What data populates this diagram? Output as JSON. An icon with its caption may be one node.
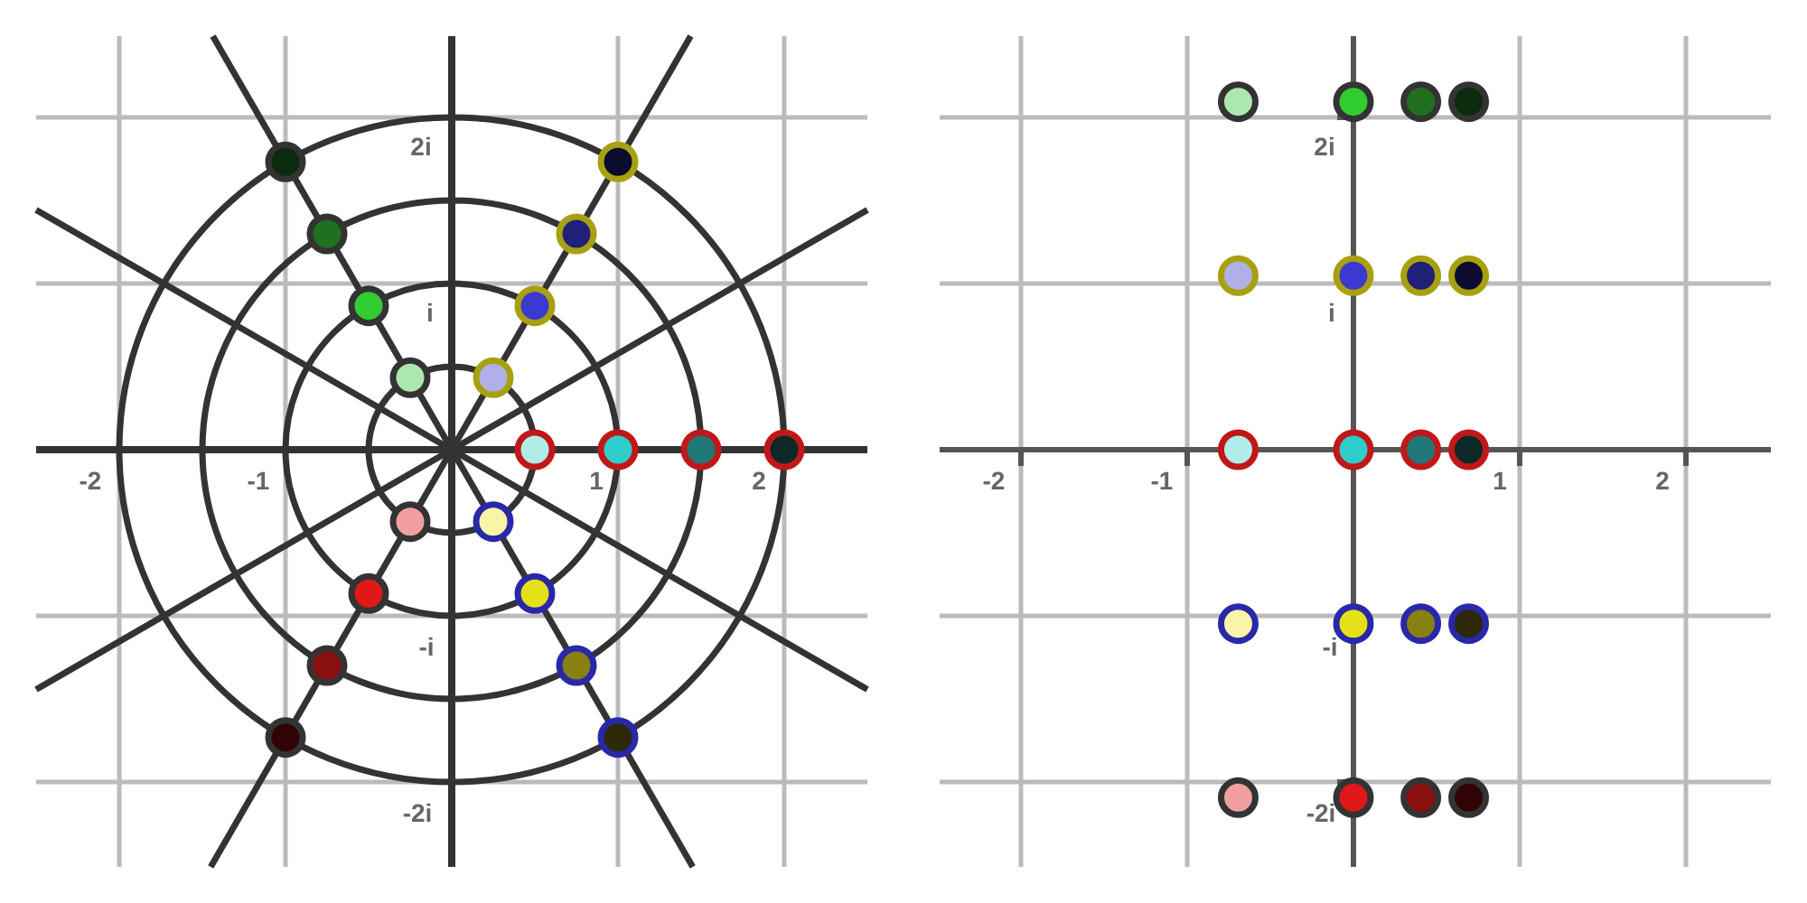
{
  "diagram": {
    "labels": [
      "2i",
      "i",
      "-2",
      "-1",
      "1",
      "2",
      "-i",
      "-2i",
      "2i",
      "i",
      "-2",
      "-1",
      "1",
      "2",
      "-i",
      "-2i"
    ]
  }
}
